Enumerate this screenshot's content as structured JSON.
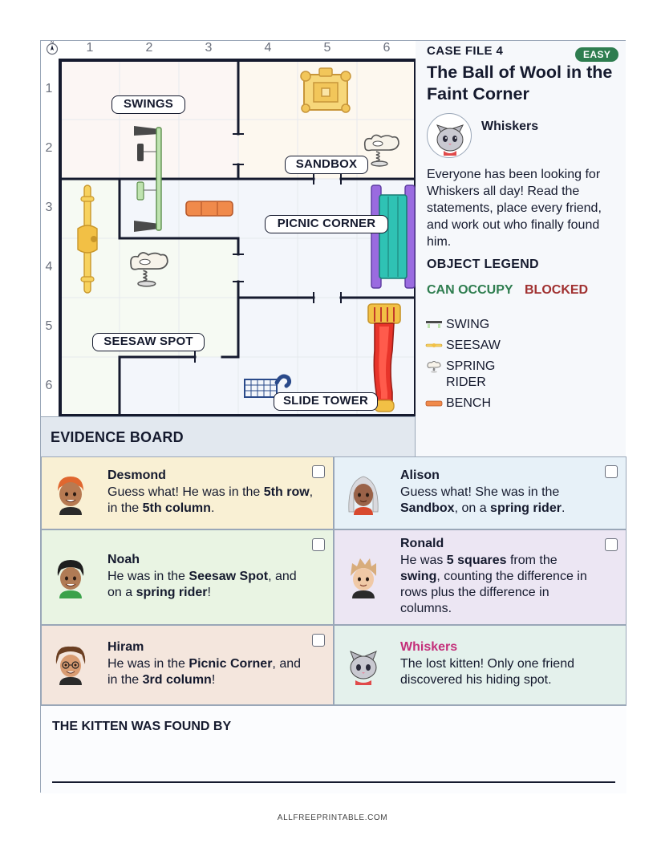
{
  "map": {
    "columns": [
      "1",
      "2",
      "3",
      "4",
      "5",
      "6"
    ],
    "rows": [
      "1",
      "2",
      "3",
      "4",
      "5",
      "6"
    ],
    "compass": "N",
    "zones": [
      "SWINGS",
      "SANDBOX",
      "PICNIC CORNER",
      "SEESAW SPOT",
      "SLIDE TOWER"
    ]
  },
  "case": {
    "file": "CASE FILE 4",
    "difficulty": "EASY",
    "title": "The Ball of Wool in the Faint Corner",
    "character": "Whiskers",
    "intro": "Everyone has been looking for Whiskers all day! Read the statements, place every friend, and work out who finally found him."
  },
  "legend": {
    "title": "OBJECT LEGEND",
    "can_occupy": "CAN OCCUPY",
    "blocked": "BLOCKED",
    "items": [
      "SWING",
      "SEESAW",
      "SPRING RIDER",
      "BENCH"
    ]
  },
  "evidence": {
    "title": "EVIDENCE BOARD",
    "cards": [
      {
        "name": "Desmond",
        "parts": [
          "Guess what! He was in the ",
          "5th row",
          ", in the ",
          "5th column",
          "."
        ]
      },
      {
        "name": "Alison",
        "parts": [
          "Guess what! She was in the ",
          "Sandbox",
          ", on a ",
          "spring rider",
          "."
        ]
      },
      {
        "name": "Noah",
        "parts": [
          "He was in the ",
          "Seesaw Spot",
          ", and on a ",
          "spring rider",
          "!"
        ]
      },
      {
        "name": "Ronald",
        "parts": [
          "He was ",
          "5 squares",
          " from the ",
          "swing",
          ", counting the difference in rows plus the difference in columns."
        ]
      },
      {
        "name": "Hiram",
        "parts": [
          "He was in the ",
          "Picnic Corner",
          ", and in the ",
          "3rd column",
          "!"
        ]
      },
      {
        "name": "Whiskers",
        "parts": [
          "The lost kitten! Only one friend discovered his hiding spot."
        ]
      }
    ]
  },
  "answer_label": "THE KITTEN WAS FOUND BY",
  "footer": "ALLFREEPRINTABLE.COM",
  "colors": {
    "can_occupy": "#2e7d4f",
    "blocked": "#a03030",
    "whiskers": "#c42f7a"
  }
}
